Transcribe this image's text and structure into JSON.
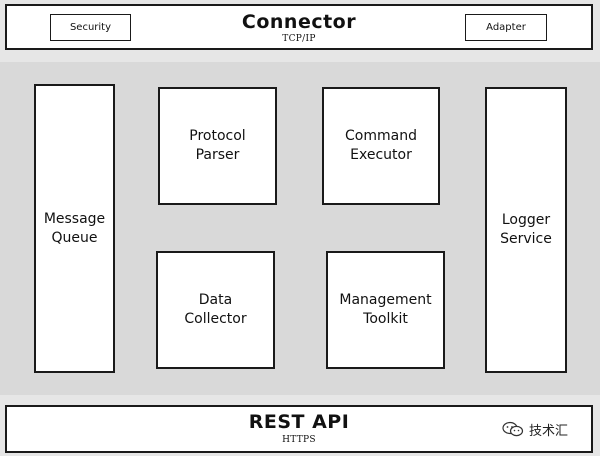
{
  "connector": {
    "title": "Connector",
    "subtitle": "TCP/IP",
    "left_chip": "Security",
    "right_chip": "Adapter"
  },
  "modules": {
    "message_queue": "Message\nQueue",
    "protocol_parser": "Protocol\nParser",
    "command_executor": "Command\nExecutor",
    "logger_service": "Logger\nService",
    "data_collector": "Data\nCollector",
    "management_toolkit": "Management\nToolkit"
  },
  "rest_api": {
    "title": "REST API",
    "subtitle": "HTTPS"
  },
  "watermark": {
    "text": "技术汇",
    "icon": "wechat-icon"
  }
}
